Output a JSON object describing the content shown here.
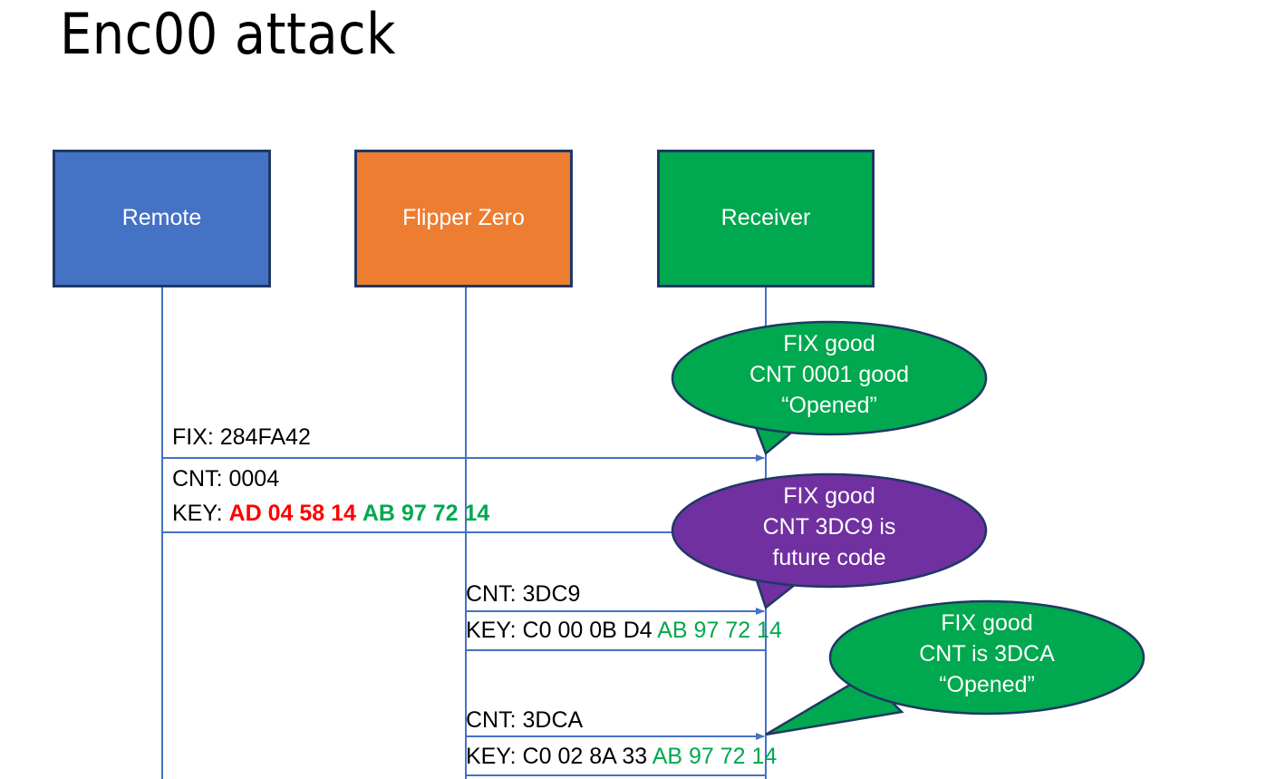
{
  "slide": {
    "title": "Enc00 attack",
    "background": "#FFFFFF"
  },
  "colors": {
    "remote_blue": "#4472C4",
    "flipper_orange": "#ED7D31",
    "receiver_green": "#00A84F",
    "callout_green": "#00A84F",
    "callout_purple": "#7030A0",
    "outline_navy": "#1F3864",
    "line_blue": "#4472C4",
    "hex_red": "#FF0000",
    "hex_green": "#00A84F",
    "text_black": "#000000",
    "text_white": "#FFFFFF"
  },
  "actors": [
    {
      "id": "remote",
      "label": "Remote",
      "fill": "#4472C4"
    },
    {
      "id": "flipper",
      "label": "Flipper Zero",
      "fill": "#ED7D31"
    },
    {
      "id": "receiver",
      "label": "Receiver",
      "fill": "#00A84F"
    }
  ],
  "messages": [
    {
      "id": "msg-1-fix",
      "from": "remote",
      "to": "receiver",
      "label": "FIX: 284FA42"
    },
    {
      "id": "msg-1-cnt",
      "label": "CNT: 0004"
    },
    {
      "id": "msg-1-key",
      "prefix": "KEY: ",
      "hex_red": "AD 04 58 14",
      "hex_green": "AB 97 72 14"
    },
    {
      "id": "msg-2-cnt",
      "from": "flipper",
      "to": "receiver",
      "label": "CNT: 3DC9"
    },
    {
      "id": "msg-2-key",
      "prefix": "KEY: C0 00 0B D4 ",
      "hex_green": "AB 97 72 14"
    },
    {
      "id": "msg-3-cnt",
      "from": "flipper",
      "to": "receiver",
      "label": "CNT: 3DCA"
    },
    {
      "id": "msg-3-key",
      "prefix": "KEY: C0 02 8A 33 ",
      "hex_green": "AB 97 72 14"
    }
  ],
  "callouts": [
    {
      "id": "callout-1",
      "fill": "#00A84F",
      "lines": [
        "FIX good",
        "CNT 0001 good",
        "“Opened”"
      ]
    },
    {
      "id": "callout-2",
      "fill": "#7030A0",
      "lines": [
        "FIX good",
        "CNT 3DC9 is",
        "future code"
      ]
    },
    {
      "id": "callout-3",
      "fill": "#00A84F",
      "lines": [
        "FIX good",
        "CNT is 3DCA",
        "“Opened”"
      ]
    }
  ]
}
